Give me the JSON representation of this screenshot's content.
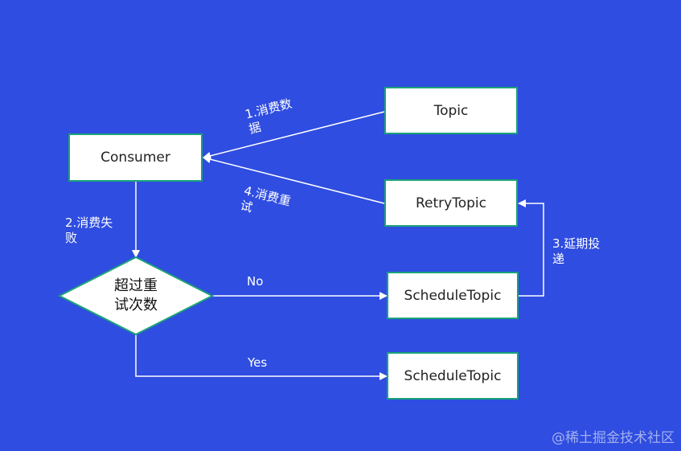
{
  "colors": {
    "background": "#2f4de0",
    "node_fill": "#ffffff",
    "node_border": "#1aa37a",
    "edge": "#ffffff",
    "label_text": "#ffffff"
  },
  "nodes": {
    "topic": "Topic",
    "consumer": "Consumer",
    "retry_topic": "RetryTopic",
    "schedule_topic_no": "ScheduleTopic",
    "schedule_topic_yes": "ScheduleTopic",
    "decision": "超过重\n试次数"
  },
  "edges": {
    "consume": "1.消费数\n据",
    "retry_consume": "4.消费重\n试",
    "fail": "2.消费失\n败",
    "no": "No",
    "yes": "Yes",
    "delay": "3.延期投\n递"
  },
  "watermark": "@稀土掘金技术社区"
}
